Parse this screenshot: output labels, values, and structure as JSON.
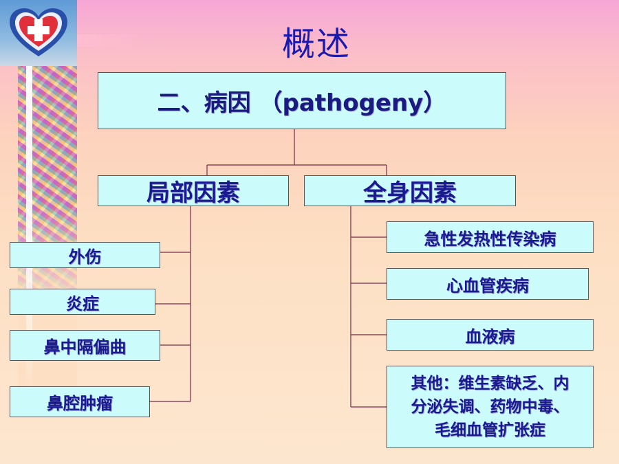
{
  "title": "概述",
  "root": {
    "label": "二、病因 （pathogeny）"
  },
  "local": {
    "label": "局部因素",
    "items": [
      "外伤",
      "炎症",
      "鼻中隔偏曲",
      "鼻腔肿瘤"
    ]
  },
  "systemic": {
    "label": "全身因素",
    "items": [
      [
        "急性发热性传染病"
      ],
      [
        "心血管疾病"
      ],
      [
        "血液病"
      ],
      [
        "其他：维生素缺乏、内",
        "分泌失调、药物中毒、",
        "毛细血管扩张症"
      ]
    ]
  },
  "colors": {
    "box_fill": "#ccfbfb",
    "text": "#1a1a90",
    "title": "#1a1ab0",
    "line": "#7a2a4a"
  },
  "icons": [
    "heart-cross-logo"
  ]
}
